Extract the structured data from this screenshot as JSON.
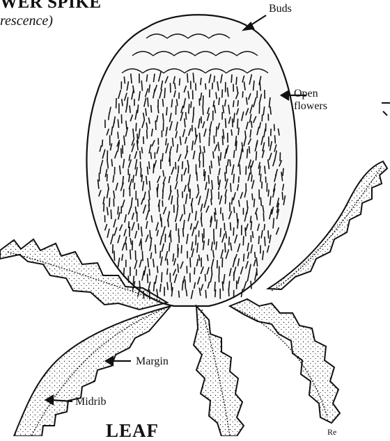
{
  "title": "WER SPIKE",
  "subtitle": "rescence)",
  "labels": {
    "buds": "Buds",
    "open_line1": "Open",
    "open_line2": "flowers",
    "margin": "Margin",
    "midrib": "Midrib",
    "leaf": "LEAF",
    "partial": "Re"
  },
  "colors": {
    "ink": "#111111",
    "paper": "#ffffff"
  }
}
